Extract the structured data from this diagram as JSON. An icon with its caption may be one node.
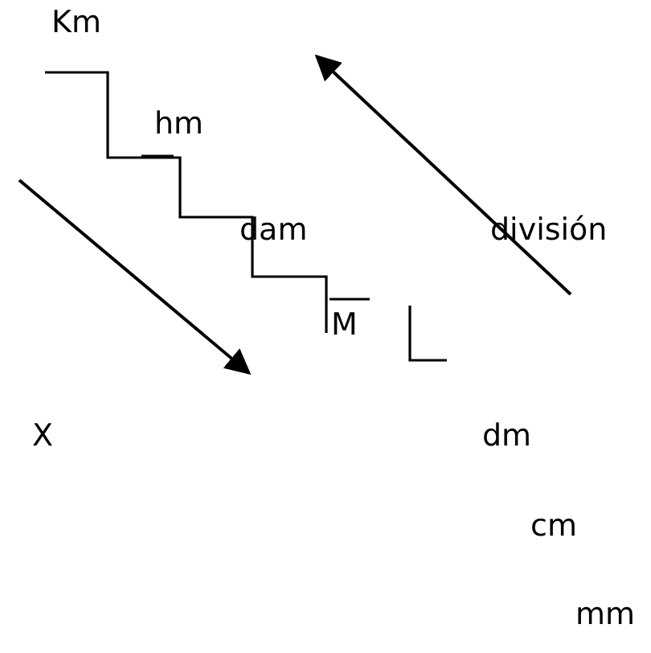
{
  "diagram": {
    "labels": [
      "Km",
      "hm",
      "dam",
      "división",
      "M",
      "X",
      "dm",
      "cm",
      "mm"
    ]
  }
}
